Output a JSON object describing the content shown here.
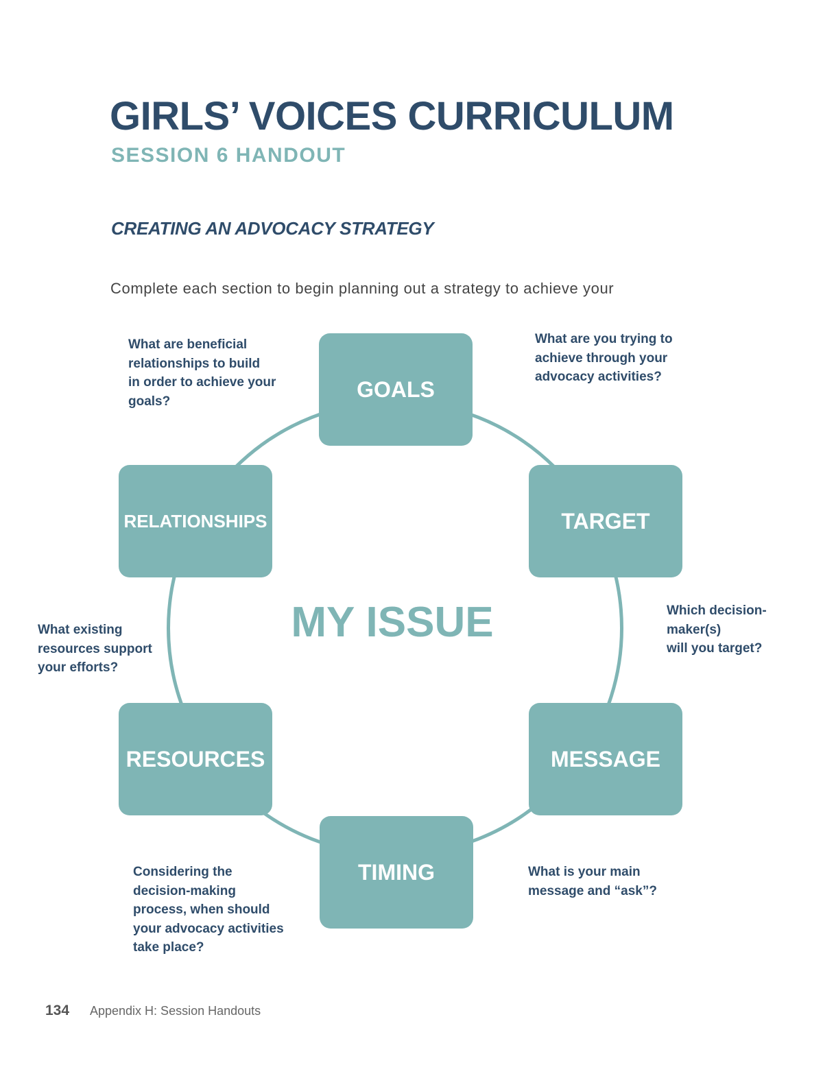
{
  "header": {
    "title": "GIRLS’ VOICES CURRICULUM",
    "subtitle": "SESSION 6 HANDOUT"
  },
  "section": {
    "title": "CREATING AN ADVOCACY STRATEGY",
    "instructions": "Complete each section to begin planning out a strategy to achieve your"
  },
  "diagram": {
    "center": "MY ISSUE",
    "boxes": {
      "goals": "GOALS",
      "target": "TARGET",
      "message": "MESSAGE",
      "timing": "TIMING",
      "resources": "RESOURCES",
      "relationships": "RELATIONSHIPS"
    },
    "questions": {
      "relationships": "What are beneficial\nrelationships to build\nin order to achieve your\ngoals?",
      "goals": "What are you trying to\nachieve through your\nadvocacy activities?",
      "target": "Which decision-\nmaker(s)\nwill you target?",
      "resources": "What existing\nresources support\nyour efforts?",
      "message": "What is your main\nmessage and “ask”?",
      "timing": "Considering the\ndecision-making\nprocess, when should\nyour advocacy activities\ntake place?"
    },
    "colors": {
      "accent": "#7fb5b5",
      "navy": "#2f4c6a"
    }
  },
  "footer": {
    "page_number": "134",
    "label": "Appendix H: Session Handouts"
  }
}
